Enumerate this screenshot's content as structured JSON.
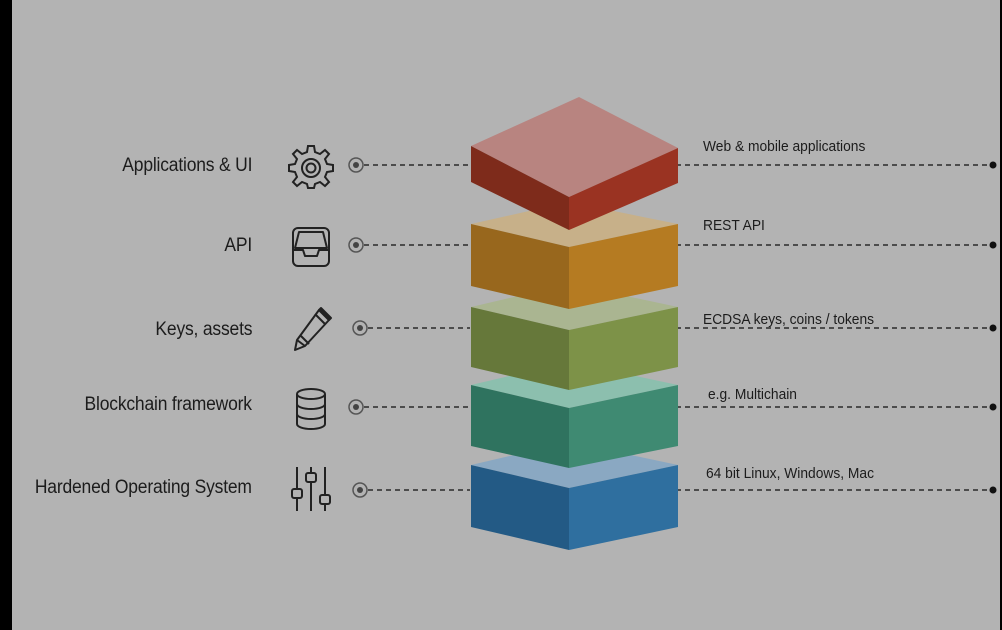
{
  "layers": [
    {
      "label": "Applications & UI",
      "icon": "gear-icon",
      "description": "Web & mobile applications",
      "color": "#b03a22"
    },
    {
      "label": "API",
      "icon": "inbox-tray-icon",
      "description": "REST API",
      "color": "#c8861f"
    },
    {
      "label": "Keys, assets",
      "icon": "pencil-icon",
      "description": "ECDSA keys, coins / tokens",
      "color": "#8aa04a"
    },
    {
      "label": "Blockchain framework",
      "icon": "database-icon",
      "description": "e.g. Multichain",
      "color": "#3f9a80"
    },
    {
      "label": "Hardened Operating System",
      "icon": "sliders-icon",
      "description": "64 bit Linux, Windows, Mac",
      "color": "#2f6f9f"
    }
  ]
}
